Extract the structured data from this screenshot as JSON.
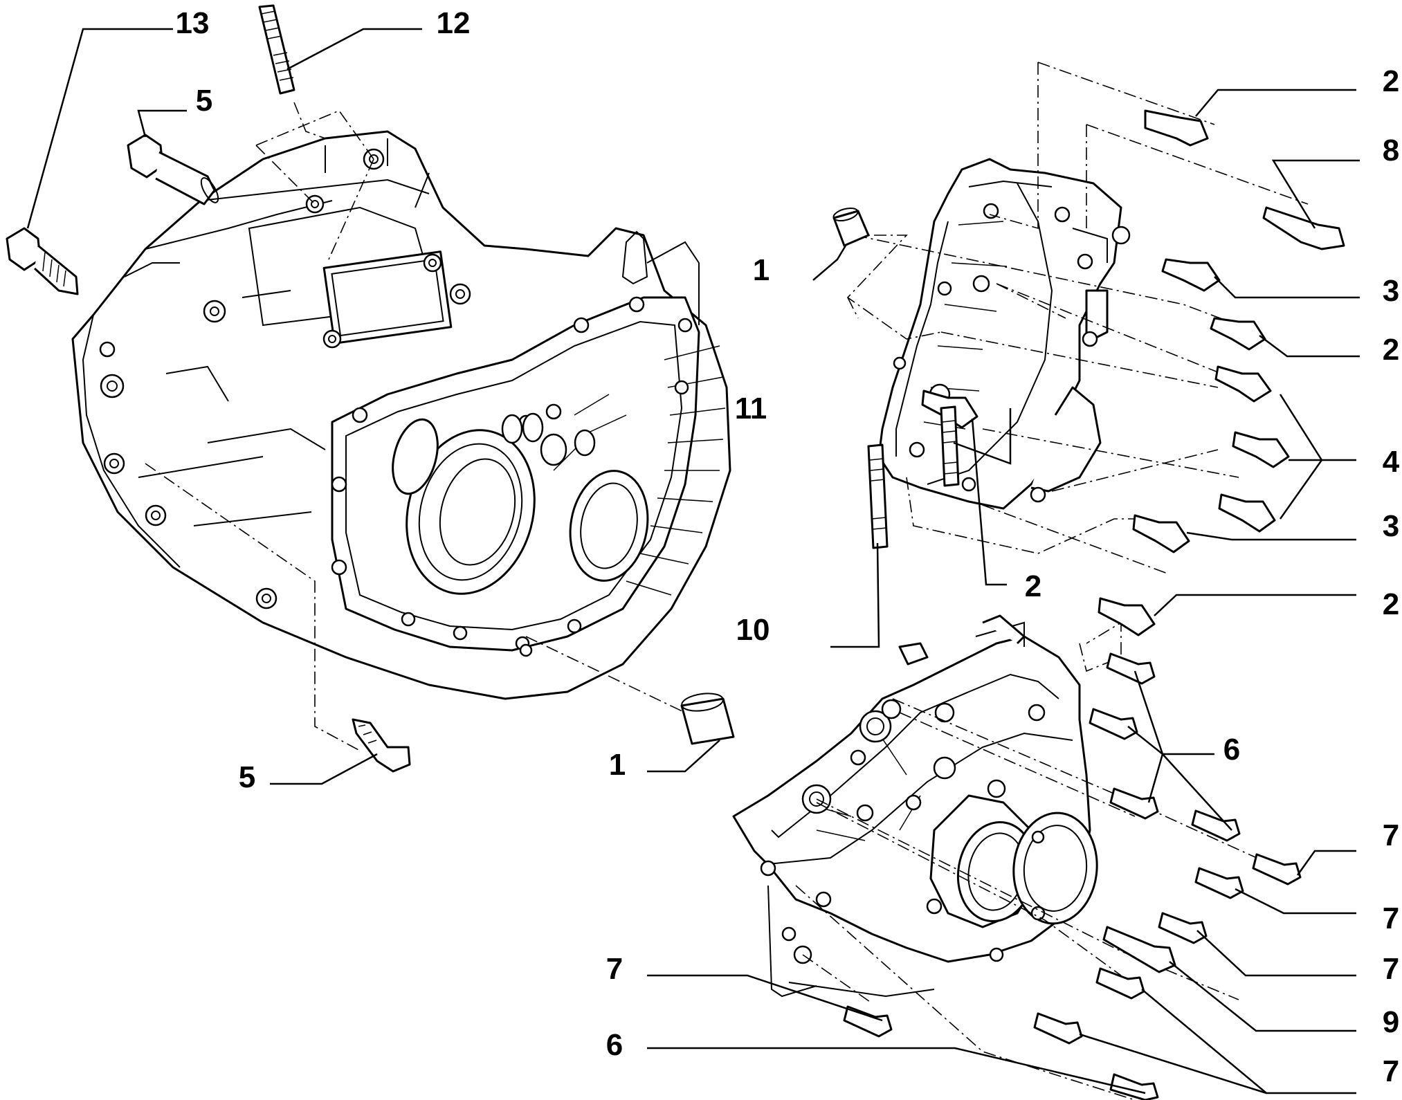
{
  "diagram": {
    "callouts": [
      {
        "id": "c13",
        "label": "13"
      },
      {
        "id": "c12",
        "label": "12"
      },
      {
        "id": "c5a",
        "label": "5"
      },
      {
        "id": "c5b",
        "label": "5"
      },
      {
        "id": "c1a",
        "label": "1"
      },
      {
        "id": "c1b",
        "label": "1"
      },
      {
        "id": "c2a",
        "label": "2"
      },
      {
        "id": "c8",
        "label": "8"
      },
      {
        "id": "c3a",
        "label": "3"
      },
      {
        "id": "c2b",
        "label": "2"
      },
      {
        "id": "c4",
        "label": "4"
      },
      {
        "id": "c3b",
        "label": "3"
      },
      {
        "id": "c2c",
        "label": "2"
      },
      {
        "id": "c2d",
        "label": "2"
      },
      {
        "id": "c11",
        "label": "11"
      },
      {
        "id": "c10",
        "label": "10"
      },
      {
        "id": "c6a",
        "label": "6"
      },
      {
        "id": "c6b",
        "label": "6"
      },
      {
        "id": "c7a",
        "label": "7"
      },
      {
        "id": "c7b",
        "label": "7"
      },
      {
        "id": "c7c",
        "label": "7"
      },
      {
        "id": "c7d",
        "label": "7"
      },
      {
        "id": "c7e",
        "label": "7"
      },
      {
        "id": "c9",
        "label": "9"
      }
    ]
  }
}
